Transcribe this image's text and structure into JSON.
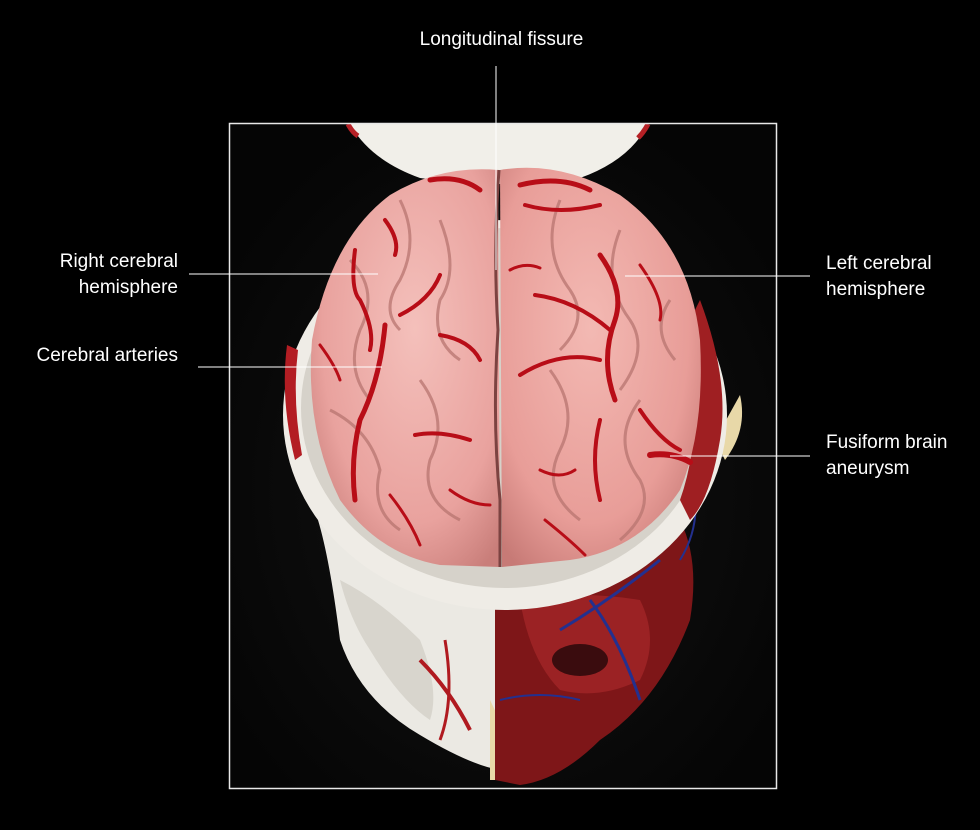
{
  "labels": {
    "longitudinal_fissure": "Longitudinal fissure",
    "right_hemisphere_line1": "Right cerebral",
    "right_hemisphere_line2": "hemisphere",
    "cerebral_arteries": "Cerebral arteries",
    "left_hemisphere_line1": "Left cerebral",
    "left_hemisphere_line2": "hemisphere",
    "aneurysm_line1": "Fusiform brain",
    "aneurysm_line2": "aneurysm"
  },
  "colors": {
    "background": "#000000",
    "brain_pink": "#eeaaa6",
    "artery_red": "#b80d17",
    "skull_white": "#efeeea",
    "muscle_red": "#8a1a1c",
    "vein_blue": "#23308f",
    "callout_line": "#ffffff"
  }
}
